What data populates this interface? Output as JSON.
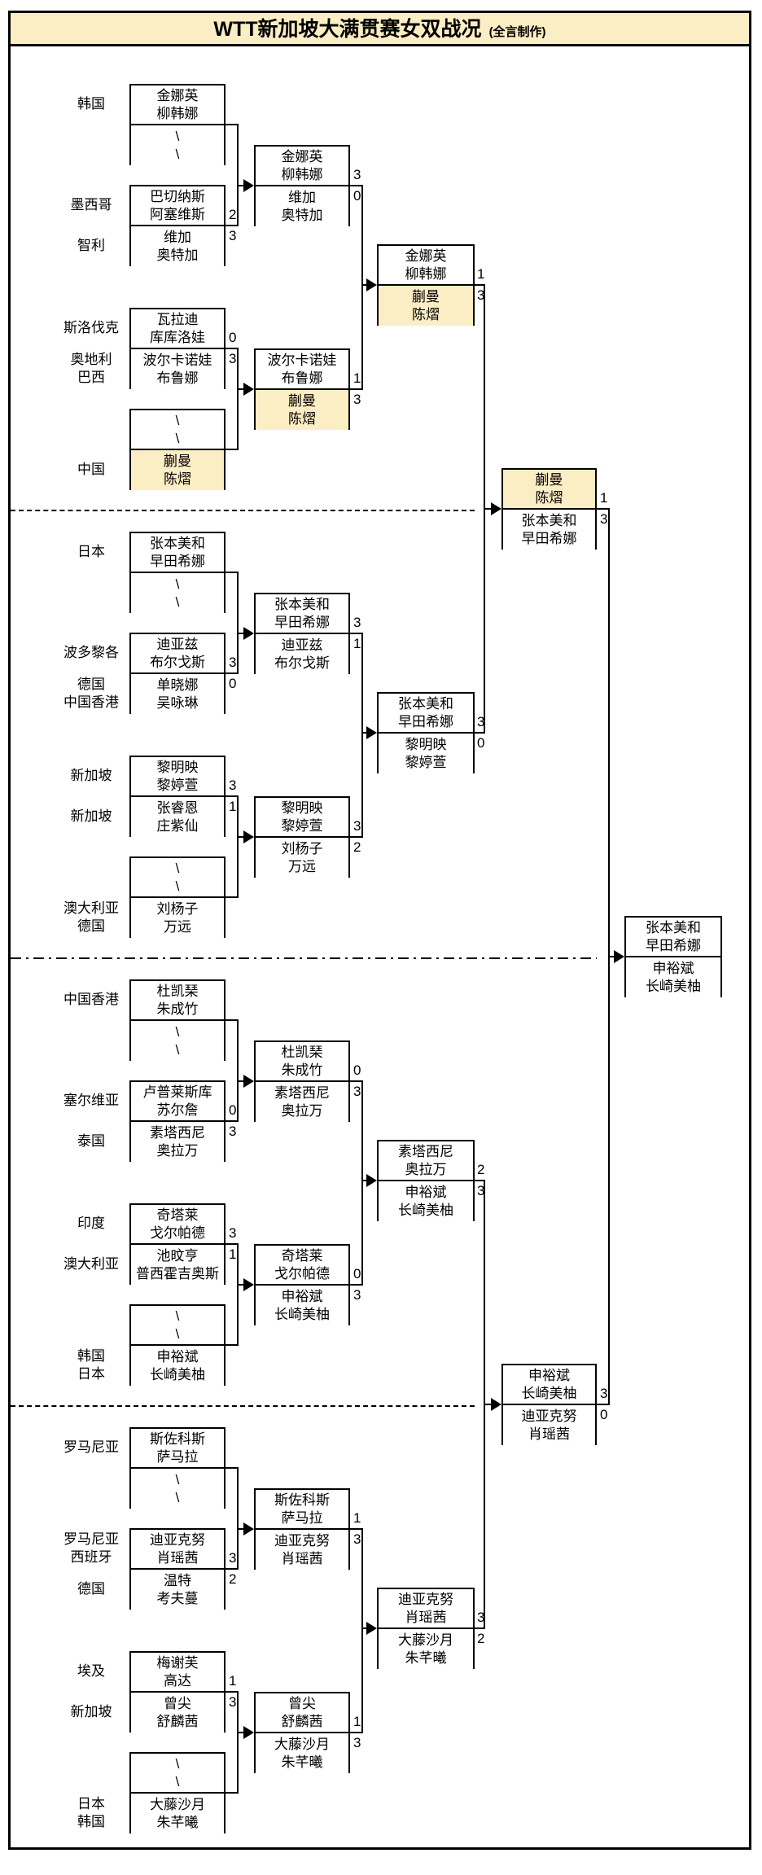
{
  "title": {
    "main": "WTT新加坡大满贯赛女双战况",
    "credit": "(全言制作)"
  },
  "colors": {
    "highlight": "#FBEDC4",
    "title_bg": "#FBEDC4",
    "line": "#000000",
    "background": "#FFFFFF"
  },
  "quarters": [
    {
      "pairs": [
        {
          "slots": [
            {
              "country": [
                "韩国"
              ],
              "p1": "金娜英",
              "p2": "柳韩娜"
            },
            {
              "p1": "\\",
              "p2": "\\"
            }
          ],
          "score": null
        },
        {
          "slots": [
            {
              "country": [
                "墨西哥"
              ],
              "p1": "巴切纳斯",
              "p2": "阿塞维斯"
            },
            {
              "country": [
                "智利"
              ],
              "p1": "维加",
              "p2": "奥特加"
            }
          ],
          "score": [
            "2",
            "3"
          ]
        },
        {
          "slots": [
            {
              "country": [
                "斯洛伐克"
              ],
              "p1": "瓦拉迪",
              "p2": "库库洛娃"
            },
            {
              "country": [
                "奥地利",
                "巴西"
              ],
              "p1": "波尔卡诺娃",
              "p2": "布鲁娜"
            }
          ],
          "score": [
            "0",
            "3"
          ]
        },
        {
          "slots": [
            {
              "p1": "\\",
              "p2": "\\"
            },
            {
              "country": [
                "中国"
              ],
              "p1": "蒯曼",
              "p2": "陈熠",
              "hl": true
            }
          ],
          "score": null
        }
      ],
      "r2": [
        {
          "slots": [
            {
              "p1": "金娜英",
              "p2": "柳韩娜"
            },
            {
              "p1": "维加",
              "p2": "奥特加"
            }
          ],
          "score": [
            "3",
            "0"
          ]
        },
        {
          "slots": [
            {
              "p1": "波尔卡诺娃",
              "p2": "布鲁娜"
            },
            {
              "p1": "蒯曼",
              "p2": "陈熠",
              "hl": true
            }
          ],
          "score": [
            "1",
            "3"
          ]
        }
      ],
      "qf": {
        "slots": [
          {
            "p1": "金娜英",
            "p2": "柳韩娜"
          },
          {
            "p1": "蒯曼",
            "p2": "陈熠",
            "hl": true
          }
        ],
        "score": [
          "1",
          "3"
        ]
      }
    },
    {
      "pairs": [
        {
          "slots": [
            {
              "country": [
                "日本"
              ],
              "p1": "张本美和",
              "p2": "早田希娜"
            },
            {
              "p1": "\\",
              "p2": "\\"
            }
          ],
          "score": null
        },
        {
          "slots": [
            {
              "country": [
                "波多黎各"
              ],
              "p1": "迪亚兹",
              "p2": "布尔戈斯"
            },
            {
              "country": [
                "德国",
                "中国香港"
              ],
              "p1": "单晓娜",
              "p2": "吴咏琳"
            }
          ],
          "score": [
            "3",
            "0"
          ]
        },
        {
          "slots": [
            {
              "country": [
                "新加坡"
              ],
              "p1": "黎明映",
              "p2": "黎婷萱"
            },
            {
              "country": [
                "新加坡"
              ],
              "p1": "张睿恩",
              "p2": "庄紫仙"
            }
          ],
          "score": [
            "3",
            "1"
          ]
        },
        {
          "slots": [
            {
              "p1": "\\",
              "p2": "\\"
            },
            {
              "country": [
                "澳大利亚",
                "德国"
              ],
              "p1": "刘杨子",
              "p2": "万远"
            }
          ],
          "score": null
        }
      ],
      "r2": [
        {
          "slots": [
            {
              "p1": "张本美和",
              "p2": "早田希娜"
            },
            {
              "p1": "迪亚兹",
              "p2": "布尔戈斯"
            }
          ],
          "score": [
            "3",
            "1"
          ]
        },
        {
          "slots": [
            {
              "p1": "黎明映",
              "p2": "黎婷萱"
            },
            {
              "p1": "刘杨子",
              "p2": "万远"
            }
          ],
          "score": [
            "3",
            "2"
          ]
        }
      ],
      "qf": {
        "slots": [
          {
            "p1": "张本美和",
            "p2": "早田希娜"
          },
          {
            "p1": "黎明映",
            "p2": "黎婷萱"
          }
        ],
        "score": [
          "3",
          "0"
        ]
      }
    },
    {
      "pairs": [
        {
          "slots": [
            {
              "country": [
                "中国香港"
              ],
              "p1": "杜凯琹",
              "p2": "朱成竹"
            },
            {
              "p1": "\\",
              "p2": "\\"
            }
          ],
          "score": null
        },
        {
          "slots": [
            {
              "country": [
                "塞尔维亚"
              ],
              "p1": "卢普莱斯库",
              "p2": "苏尔詹"
            },
            {
              "country": [
                "泰国"
              ],
              "p1": "素塔西尼",
              "p2": "奥拉万"
            }
          ],
          "score": [
            "0",
            "3"
          ]
        },
        {
          "slots": [
            {
              "country": [
                "印度"
              ],
              "p1": "奇塔莱",
              "p2": "戈尔帕德"
            },
            {
              "country": [
                "澳大利亚"
              ],
              "p1": "池旼亨",
              "p2": "普西霍吉奥斯"
            }
          ],
          "score": [
            "3",
            "1"
          ]
        },
        {
          "slots": [
            {
              "p1": "\\",
              "p2": "\\"
            },
            {
              "country": [
                "韩国",
                "日本"
              ],
              "p1": "申裕斌",
              "p2": "长崎美柚"
            }
          ],
          "score": null
        }
      ],
      "r2": [
        {
          "slots": [
            {
              "p1": "杜凯琹",
              "p2": "朱成竹"
            },
            {
              "p1": "素塔西尼",
              "p2": "奥拉万"
            }
          ],
          "score": [
            "0",
            "3"
          ]
        },
        {
          "slots": [
            {
              "p1": "奇塔莱",
              "p2": "戈尔帕德"
            },
            {
              "p1": "申裕斌",
              "p2": "长崎美柚"
            }
          ],
          "score": [
            "0",
            "3"
          ]
        }
      ],
      "qf": {
        "slots": [
          {
            "p1": "素塔西尼",
            "p2": "奥拉万"
          },
          {
            "p1": "申裕斌",
            "p2": "长崎美柚"
          }
        ],
        "score": [
          "2",
          "3"
        ]
      }
    },
    {
      "pairs": [
        {
          "slots": [
            {
              "country": [
                "罗马尼亚"
              ],
              "p1": "斯佐科斯",
              "p2": "萨马拉"
            },
            {
              "p1": "\\",
              "p2": "\\"
            }
          ],
          "score": null
        },
        {
          "slots": [
            {
              "country": [
                "罗马尼亚",
                "西班牙"
              ],
              "p1": "迪亚克努",
              "p2": "肖瑶茜"
            },
            {
              "country": [
                "德国"
              ],
              "p1": "温特",
              "p2": "考夫蔓"
            }
          ],
          "score": [
            "3",
            "2"
          ]
        },
        {
          "slots": [
            {
              "country": [
                "埃及"
              ],
              "p1": "梅谢芙",
              "p2": "高达"
            },
            {
              "country": [
                "新加坡"
              ],
              "p1": "曾尖",
              "p2": "舒麟茜"
            }
          ],
          "score": [
            "1",
            "3"
          ]
        },
        {
          "slots": [
            {
              "p1": "\\",
              "p2": "\\"
            },
            {
              "country": [
                "日本",
                "韩国"
              ],
              "p1": "大藤沙月",
              "p2": "朱芊曦"
            }
          ],
          "score": null
        }
      ],
      "r2": [
        {
          "slots": [
            {
              "p1": "斯佐科斯",
              "p2": "萨马拉"
            },
            {
              "p1": "迪亚克努",
              "p2": "肖瑶茜"
            }
          ],
          "score": [
            "1",
            "3"
          ]
        },
        {
          "slots": [
            {
              "p1": "曾尖",
              "p2": "舒麟茜"
            },
            {
              "p1": "大藤沙月",
              "p2": "朱芊曦"
            }
          ],
          "score": [
            "1",
            "3"
          ]
        }
      ],
      "qf": {
        "slots": [
          {
            "p1": "迪亚克努",
            "p2": "肖瑶茜"
          },
          {
            "p1": "大藤沙月",
            "p2": "朱芊曦"
          }
        ],
        "score": [
          "3",
          "2"
        ]
      }
    }
  ],
  "sf": [
    {
      "slots": [
        {
          "p1": "蒯曼",
          "p2": "陈熠",
          "hl": true
        },
        {
          "p1": "张本美和",
          "p2": "早田希娜"
        }
      ],
      "score": [
        "1",
        "3"
      ]
    },
    {
      "slots": [
        {
          "p1": "申裕斌",
          "p2": "长崎美柚"
        },
        {
          "p1": "迪亚克努",
          "p2": "肖瑶茜"
        }
      ],
      "score": [
        "3",
        "0"
      ]
    }
  ],
  "final": {
    "slots": [
      {
        "p1": "张本美和",
        "p2": "早田希娜"
      },
      {
        "p1": "申裕斌",
        "p2": "长崎美柚"
      }
    ],
    "score": null
  }
}
